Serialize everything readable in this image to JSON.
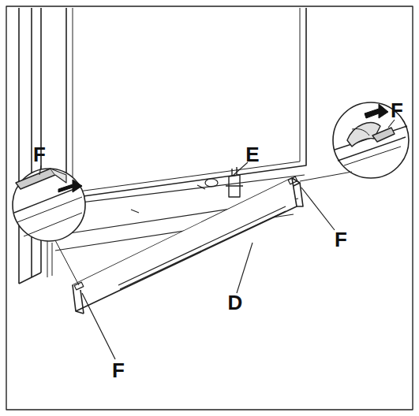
{
  "diagram": {
    "labels": [
      "F",
      "F",
      "E",
      "F",
      "D",
      "F"
    ]
  }
}
